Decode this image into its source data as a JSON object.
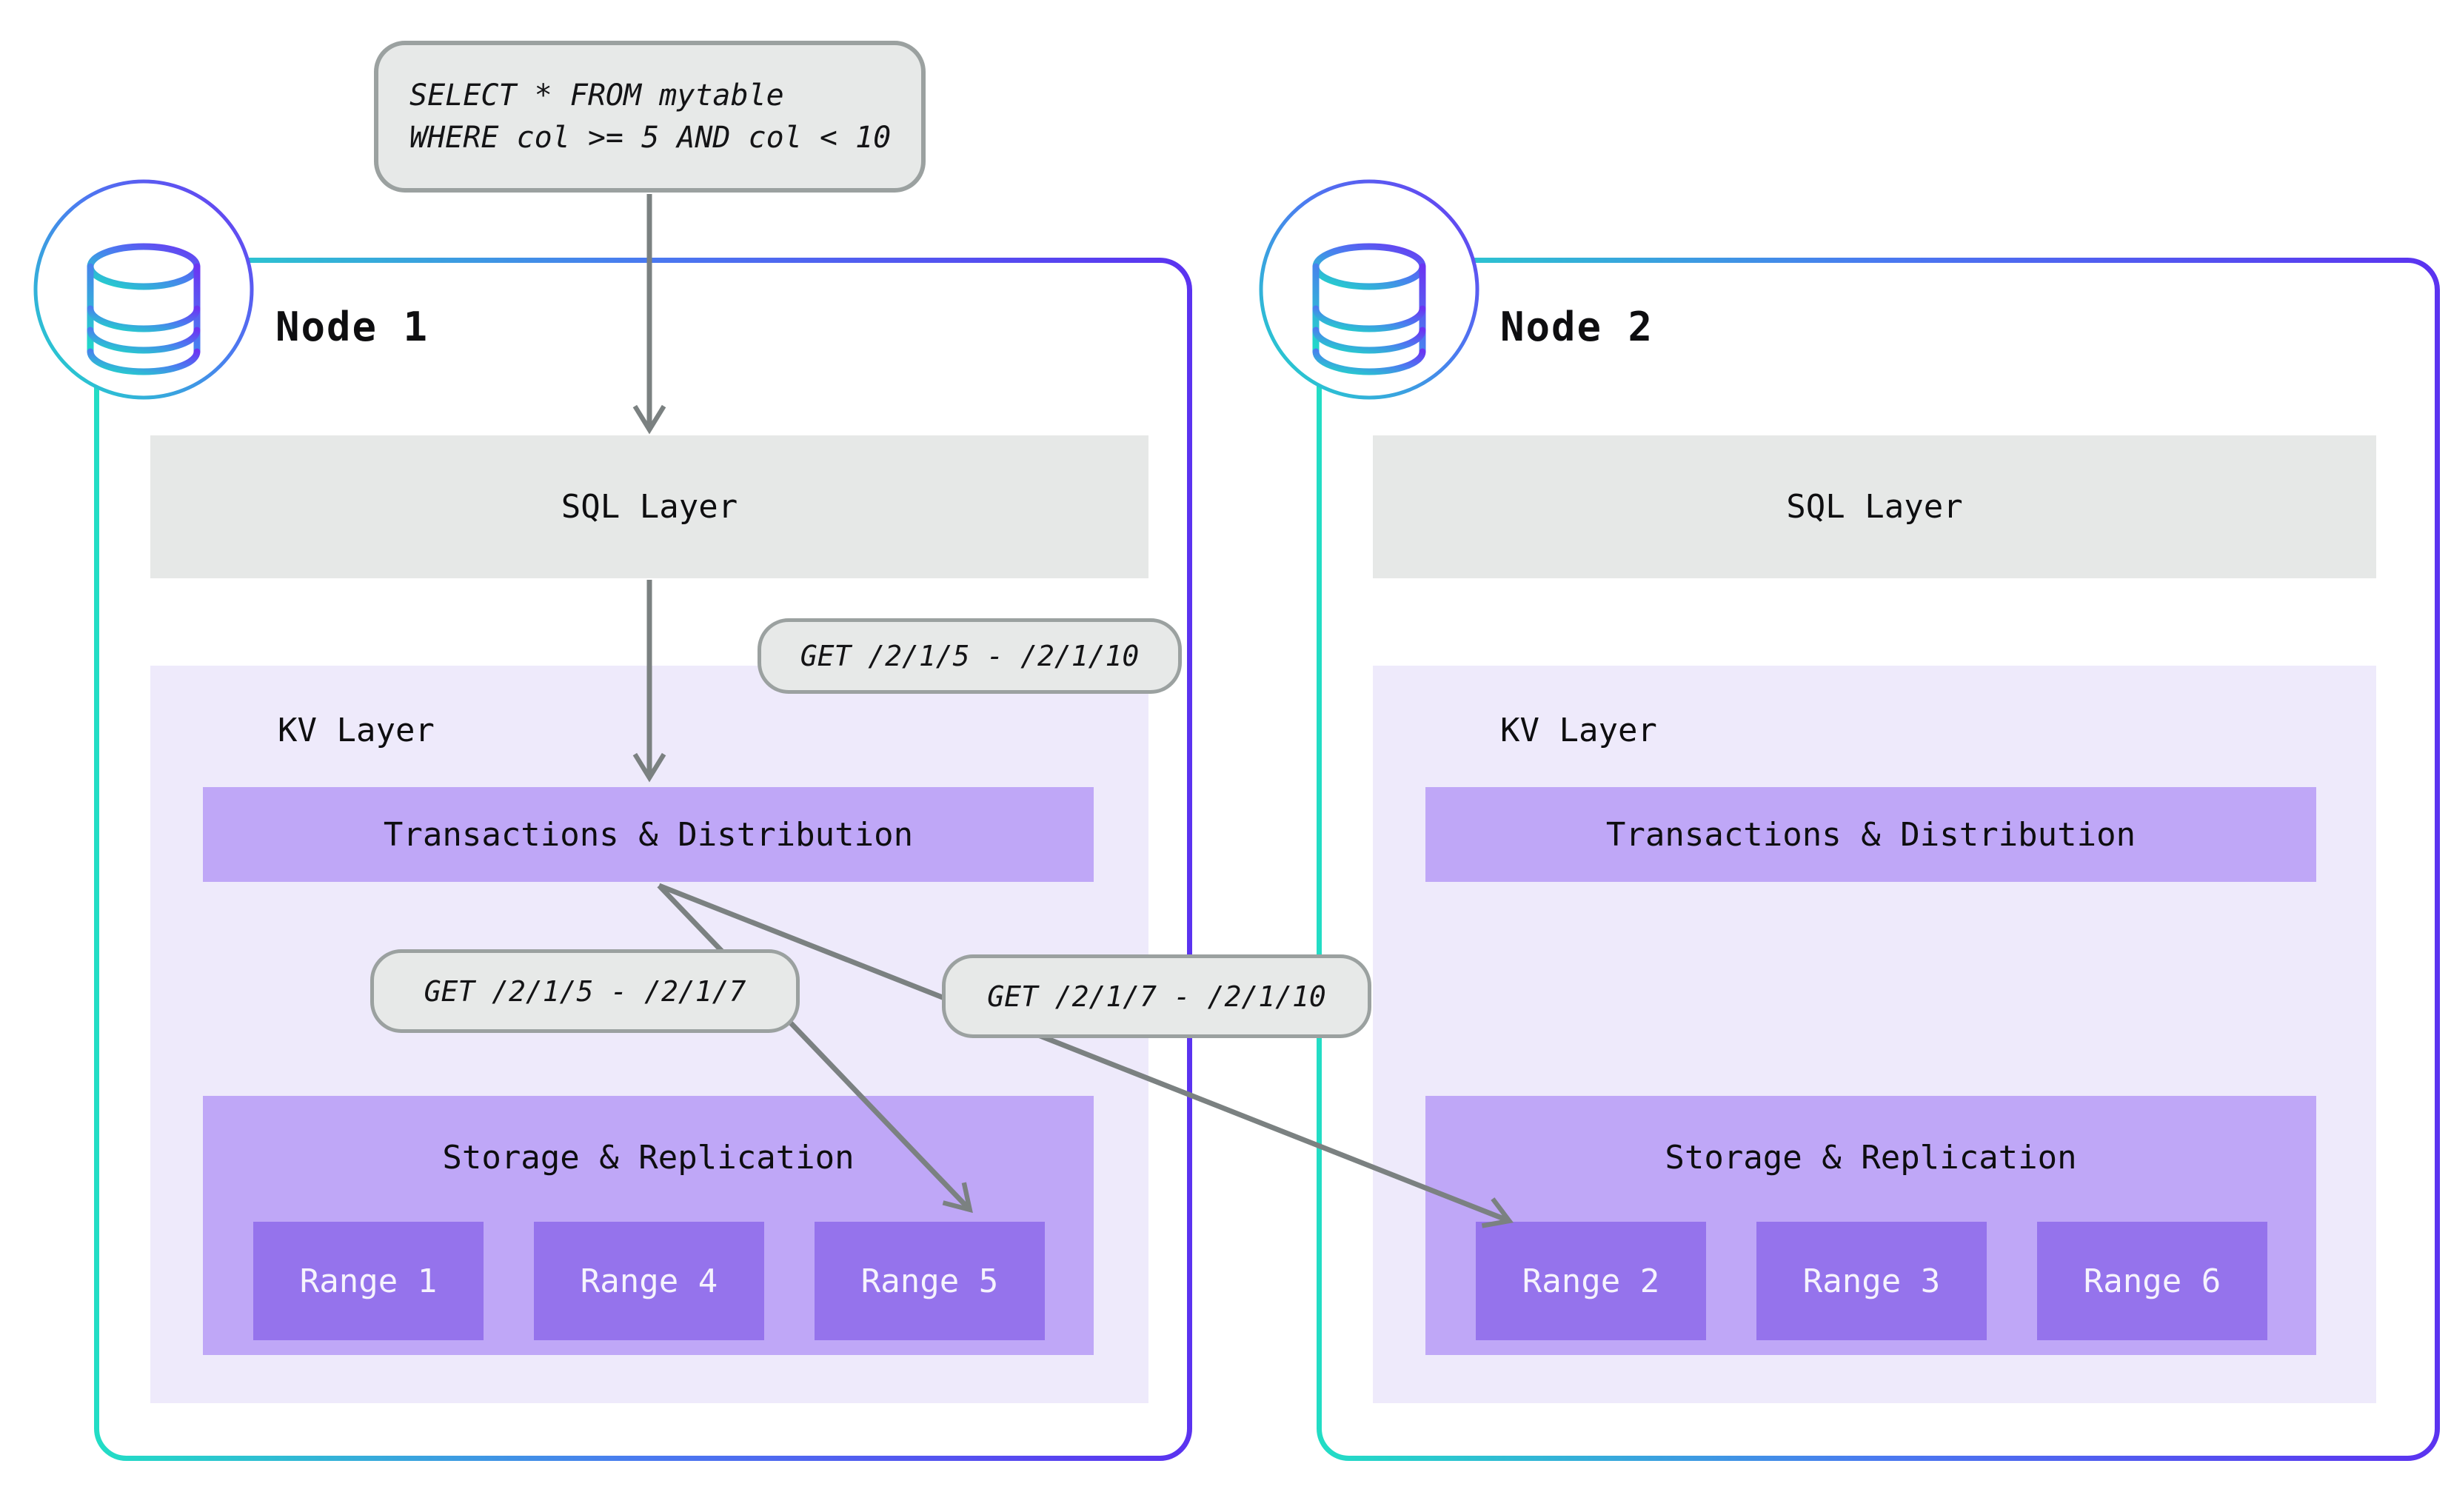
{
  "query_box": {
    "lines": [
      "SELECT * FROM mytable",
      "WHERE col >= 5 AND col < 10"
    ]
  },
  "kv_requests": {
    "full_range": "GET /2/1/5 - /2/1/10",
    "split_left": "GET /2/1/5 - /2/1/7",
    "split_right": "GET /2/1/7 - /2/1/10"
  },
  "nodes": [
    {
      "title": "Node 1",
      "sql_layer_label": "SQL Layer",
      "kv_layer_label": "KV Layer",
      "transactions_label": "Transactions & Distribution",
      "storage_label": "Storage & Replication",
      "ranges": [
        "Range 1",
        "Range 4",
        "Range 5"
      ]
    },
    {
      "title": "Node 2",
      "sql_layer_label": "SQL Layer",
      "kv_layer_label": "KV Layer",
      "transactions_label": "Transactions & Distribution",
      "storage_label": "Storage & Replication",
      "ranges": [
        "Range 2",
        "Range 3",
        "Range 6"
      ]
    }
  ],
  "colors": {
    "node_border_teal": "#22ddc5",
    "node_border_blue": "#4a7af0",
    "node_border_purple": "#5b33f0",
    "sql_layer_bg": "#e6e8e7",
    "kv_layer_bg": "#eeeafb",
    "layer_bar_bg": "#bfa7f7",
    "range_bg": "#9573ec",
    "pill_bg": "#e7e9e8",
    "pill_border": "#9ba1a0",
    "arrow_gray": "#7b8181",
    "range_text": "#f6f3fd"
  }
}
